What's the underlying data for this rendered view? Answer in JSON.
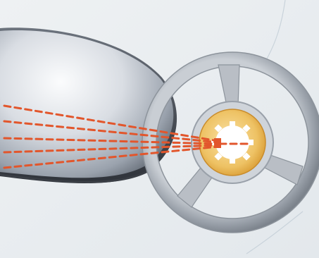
{
  "image": {
    "description_tags": [
      "illustration",
      "optical-disc-drive",
      "laser-beam"
    ],
    "icons": [
      "disc-platter",
      "reel-hub",
      "laser-beam"
    ]
  },
  "colors": {
    "background": "#e8ecef",
    "platter_light": "#f0f2f5",
    "platter_dark": "#8e96a3",
    "platter_edge": "#4d525b",
    "wheel_rim": "#a9afb6",
    "wheel_rim_dark": "#7d848c",
    "hub_gold": "#e8b34a",
    "hub_gold_light": "#f6d68b",
    "laser": "#e2562c"
  }
}
